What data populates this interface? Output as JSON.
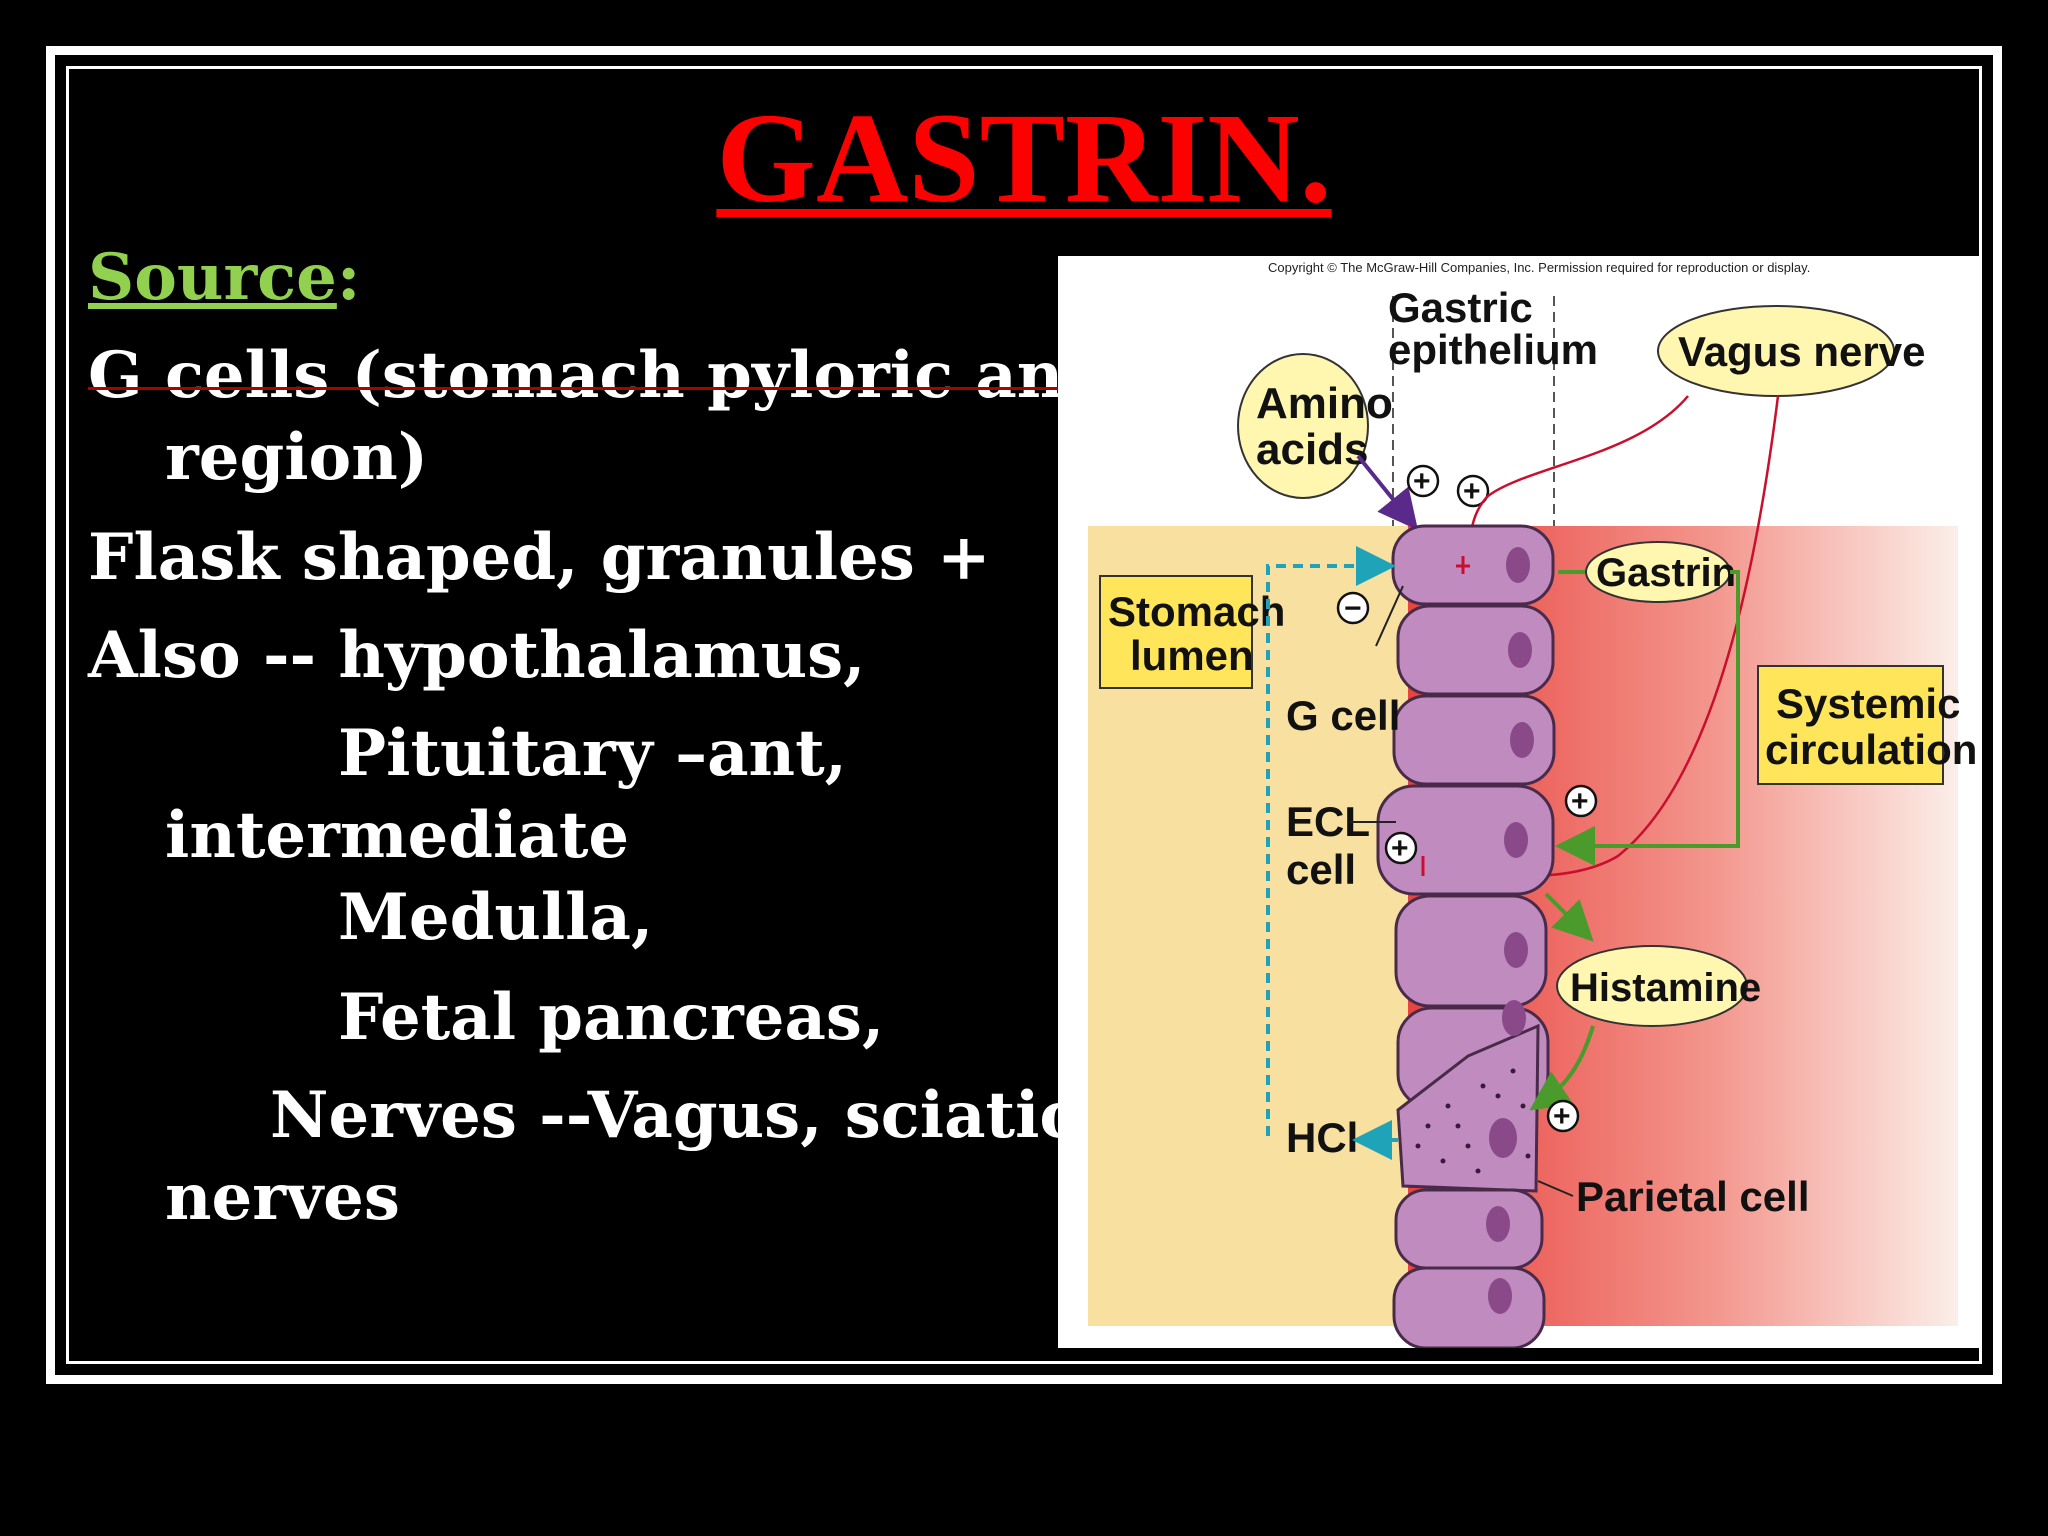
{
  "slide": {
    "title": "GASTRIN.",
    "source_label": "Source",
    "source_colon": ":",
    "lines": [
      "G cells (stomach pyloric antral",
      "region)",
      "Flask shaped, granules +",
      "Also -- hypothalamus,",
      "Pituitary –ant,",
      "intermediate",
      "Medulla,",
      "Fetal pancreas,",
      "Nerves --Vagus, sciatic",
      "nerves"
    ]
  },
  "figure": {
    "copyright": "Copyright © The McGraw-Hill Companies, Inc. Permission required for reproduction or display.",
    "gastric_epithelium": [
      "Gastric",
      "epithelium"
    ],
    "amino_acids": [
      "Amino",
      "acids"
    ],
    "vagus_nerve": "Vagus nerve",
    "stomach_lumen": [
      "Stomach",
      "lumen"
    ],
    "gastrin": "Gastrin",
    "systemic_circulation": [
      "Systemic",
      "circulation"
    ],
    "g_cell": "G cell",
    "ecl_cell": [
      "ECL",
      "cell"
    ],
    "histamine": "Histamine",
    "hcl": "HCl",
    "parietal_cell": "Parietal cell",
    "plus": "+",
    "minus": "−",
    "colors": {
      "lumen": "#f7e0a0",
      "circulation": "#e8433f",
      "cell_fill": "#c08cc0",
      "nucleus": "#8a4a8a",
      "label_box": "#ffe55a",
      "bubble": "#fff7b0",
      "nerve": "#c8102e",
      "green_arrow": "#4a9a2c",
      "blue_arrow": "#1ea3b8",
      "purple_arrow": "#5a2a8a"
    }
  }
}
